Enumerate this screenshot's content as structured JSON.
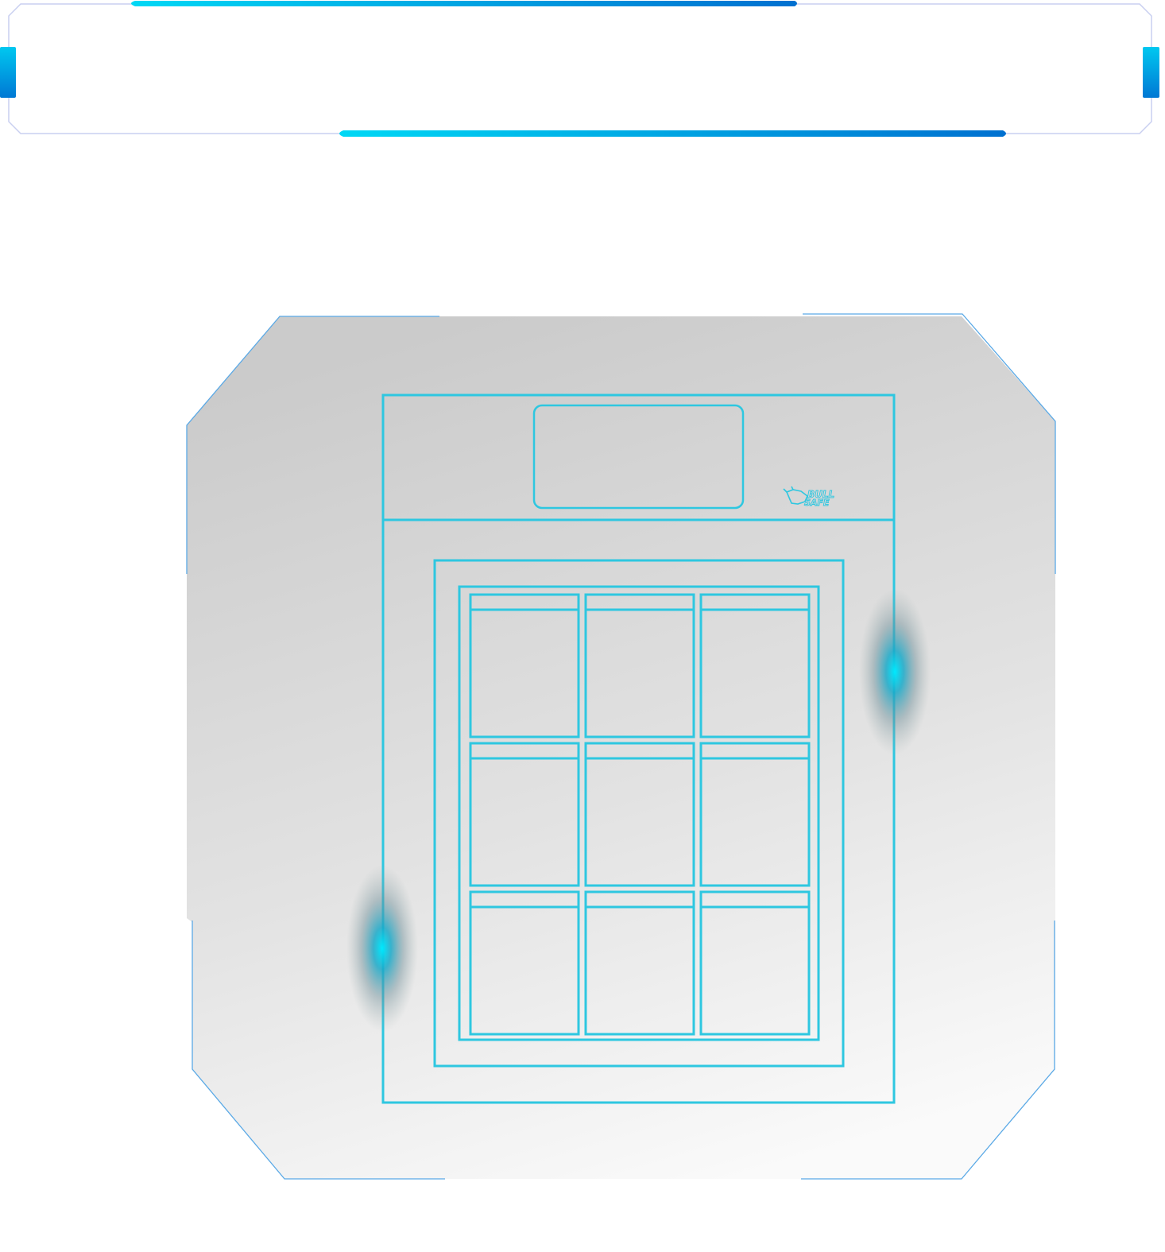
{
  "header_panel": {
    "accent_color_start": "#00d8f5",
    "accent_color_end": "#0070d0",
    "border_color": "#c9cff0"
  },
  "showcase_panel": {
    "background_top": "#cfcfcf",
    "background_bottom": "#fbfbfb",
    "border_color": "#5aa9e6",
    "glow_color": "#00e5ff"
  },
  "cabinet": {
    "stroke_color": "#2ec7e0",
    "rows": 3,
    "columns": 3,
    "brand_logo": {
      "icon": "bull-icon",
      "line1": "BULL",
      "line2": "SAFE"
    }
  }
}
